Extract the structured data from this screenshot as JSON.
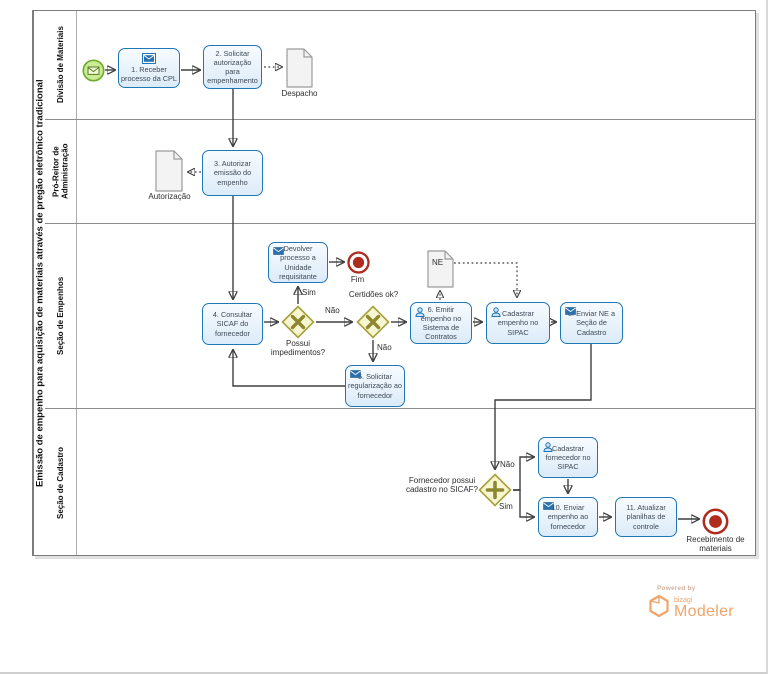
{
  "diagram": {
    "pool_title": "Emissão de empenho para aquisição de materiais através de pregão eletrônico tradicional",
    "lanes": [
      {
        "label": "Divisão de Materiais"
      },
      {
        "label": "Pró-Reitor de Administração"
      },
      {
        "label": "Seção de Empenhos"
      },
      {
        "label": "Seção de Cadastro"
      }
    ],
    "tasks": {
      "t1": "1. Receber processo da CPL",
      "t2": "2. Solicitar autorização para empenhamento",
      "t3": "3. Autorizar emissão do empenho",
      "t4": "4. Consultar SICAF do fornecedor",
      "t5": "5. Solicitar regularização ao fornecedor",
      "t6": "6. Emitir empenho no Sistema de Contratos",
      "t7": "Cadastrar empenho no SIPAC",
      "t8": "8. Enviar NE a Seção de Cadastro",
      "t9": "Cadastrar fornecedor no SIPAC",
      "t10": "10. Enviar empenho ao fornecedor",
      "t11": "11. Atualizar planilhas de controle",
      "devolver": "Devolver processo a Unidade requisitante"
    },
    "gateways": {
      "g1": "Possui impedimentos?",
      "g2": "Certidões ok?",
      "g3": "Fornecedor possui cadastro no SICAF?"
    },
    "flow_labels": {
      "sim1": "Sim",
      "nao1": "Não",
      "nao2": "Não",
      "nao3": "Não",
      "sim3": "Sim"
    },
    "documents": {
      "despacho": "Despacho",
      "autorizacao": "Autorização",
      "ne": "NE"
    },
    "events": {
      "fim": "Fim",
      "end": "Recebimento de materiais"
    }
  },
  "branding": {
    "powered_by": "Powered by",
    "brand": "bizagi",
    "product": "Modeler"
  },
  "colors": {
    "task_border": "#1f78b5",
    "task_fill": "#dcebf9",
    "gateway_border": "#a6a139",
    "gateway_fill": "#f7f6d2",
    "gateway_marker": "#8d8830",
    "start_border": "#6fad2c",
    "start_fill": "#cdea95",
    "end_red": "#b02a1d",
    "connector": "#3f3f3f",
    "doc_fill": "#f3f3f3",
    "doc_border": "#9b9b9b",
    "brand_orange": "#f2a469"
  }
}
